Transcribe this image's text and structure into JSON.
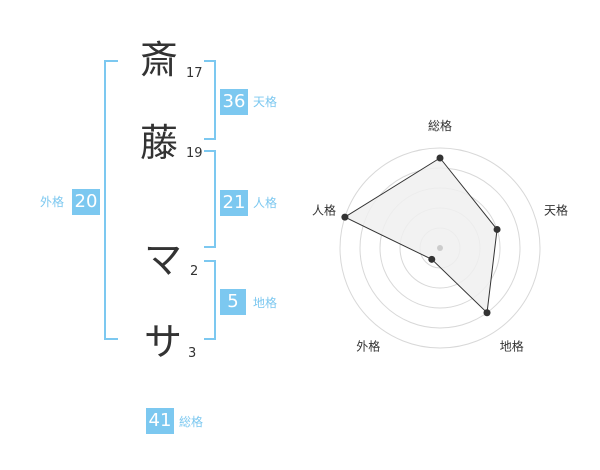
{
  "name": {
    "chars": [
      {
        "char": "斎",
        "strokes": "17"
      },
      {
        "char": "藤",
        "strokes": "19"
      },
      {
        "char": "マ",
        "strokes": "2"
      },
      {
        "char": "サ",
        "strokes": "3"
      }
    ]
  },
  "fortunes": {
    "tenkaku": {
      "value": "36",
      "label": "天格"
    },
    "jinkaku": {
      "value": "21",
      "label": "人格"
    },
    "chikaku": {
      "value": "5",
      "label": "地格"
    },
    "gaikaku": {
      "value": "20",
      "label": "外格"
    },
    "soukaku": {
      "value": "41",
      "label": "総格"
    }
  },
  "chart_data": {
    "type": "radar",
    "axes": [
      "総格",
      "天格",
      "地格",
      "外格",
      "人格"
    ],
    "values": [
      4.5,
      3.0,
      4.0,
      0.7,
      5.0
    ],
    "range": [
      0,
      5
    ]
  },
  "colors": {
    "accent": "#7cc8f0",
    "text": "#333333",
    "radar_fill": "#f0f0f0",
    "radar_ring": "#d8d8d8"
  }
}
